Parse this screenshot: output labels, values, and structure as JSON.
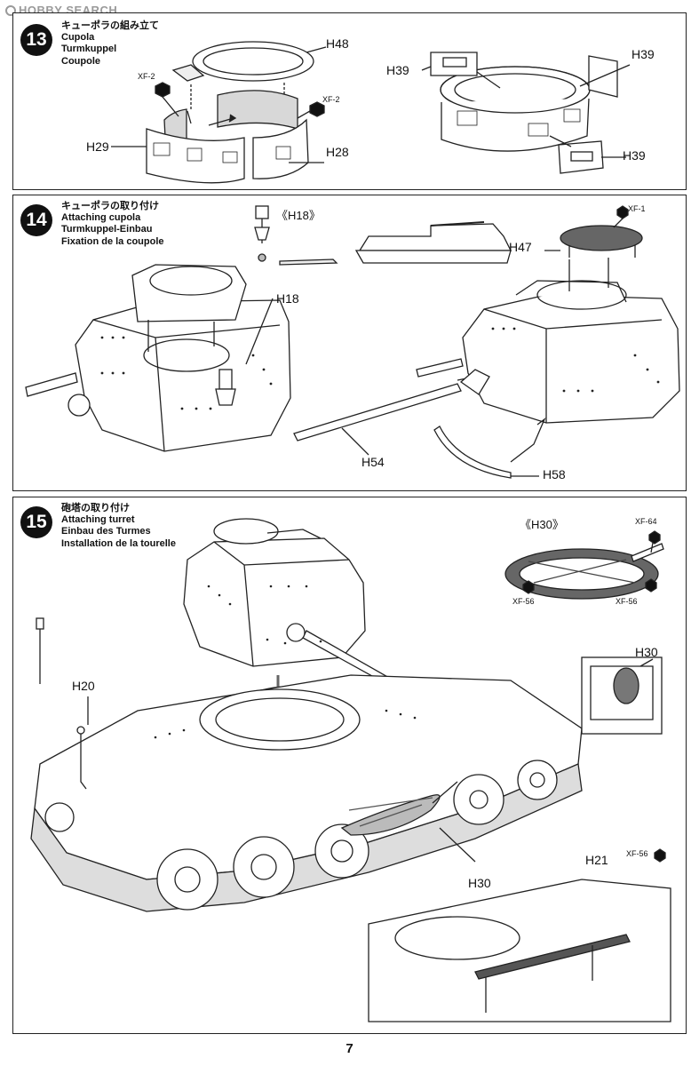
{
  "watermark": "HOBBY SEARCH",
  "page_number": "7",
  "steps": [
    {
      "number": "13",
      "title_jp": "キューポラの組み立て",
      "title_en": "Cupola",
      "title_de": "Turmkuppel",
      "title_fr": "Coupole",
      "parts": {
        "h48": "H48",
        "h29": "H29",
        "h28": "H28",
        "h39a": "H39",
        "h39b": "H39",
        "h39c": "H39"
      },
      "paints": {
        "xf2a": "XF-2",
        "xf2b": "XF-2"
      }
    },
    {
      "number": "14",
      "title_jp": "キューポラの取り付け",
      "title_en": "Attaching cupola",
      "title_de": "Turmkuppel-Einbau",
      "title_fr": "Fixation de la coupole",
      "subview": "《H18》",
      "parts": {
        "h18": "H18",
        "h47": "H47",
        "h54": "H54",
        "h58": "H58"
      },
      "paints": {
        "xf1": "XF-1"
      }
    },
    {
      "number": "15",
      "title_jp": "砲塔の取り付け",
      "title_en": "Attaching turret",
      "title_de": "Einbau des Turmes",
      "title_fr": "Installation de la tourelle",
      "subview": "《H30》",
      "parts": {
        "h20": "H20",
        "h30a": "H30",
        "h30b": "H30",
        "h21": "H21"
      },
      "paints": {
        "xf64": "XF-64",
        "xf56a": "XF-56",
        "xf56b": "XF-56",
        "xf56c": "XF-56"
      }
    }
  ]
}
